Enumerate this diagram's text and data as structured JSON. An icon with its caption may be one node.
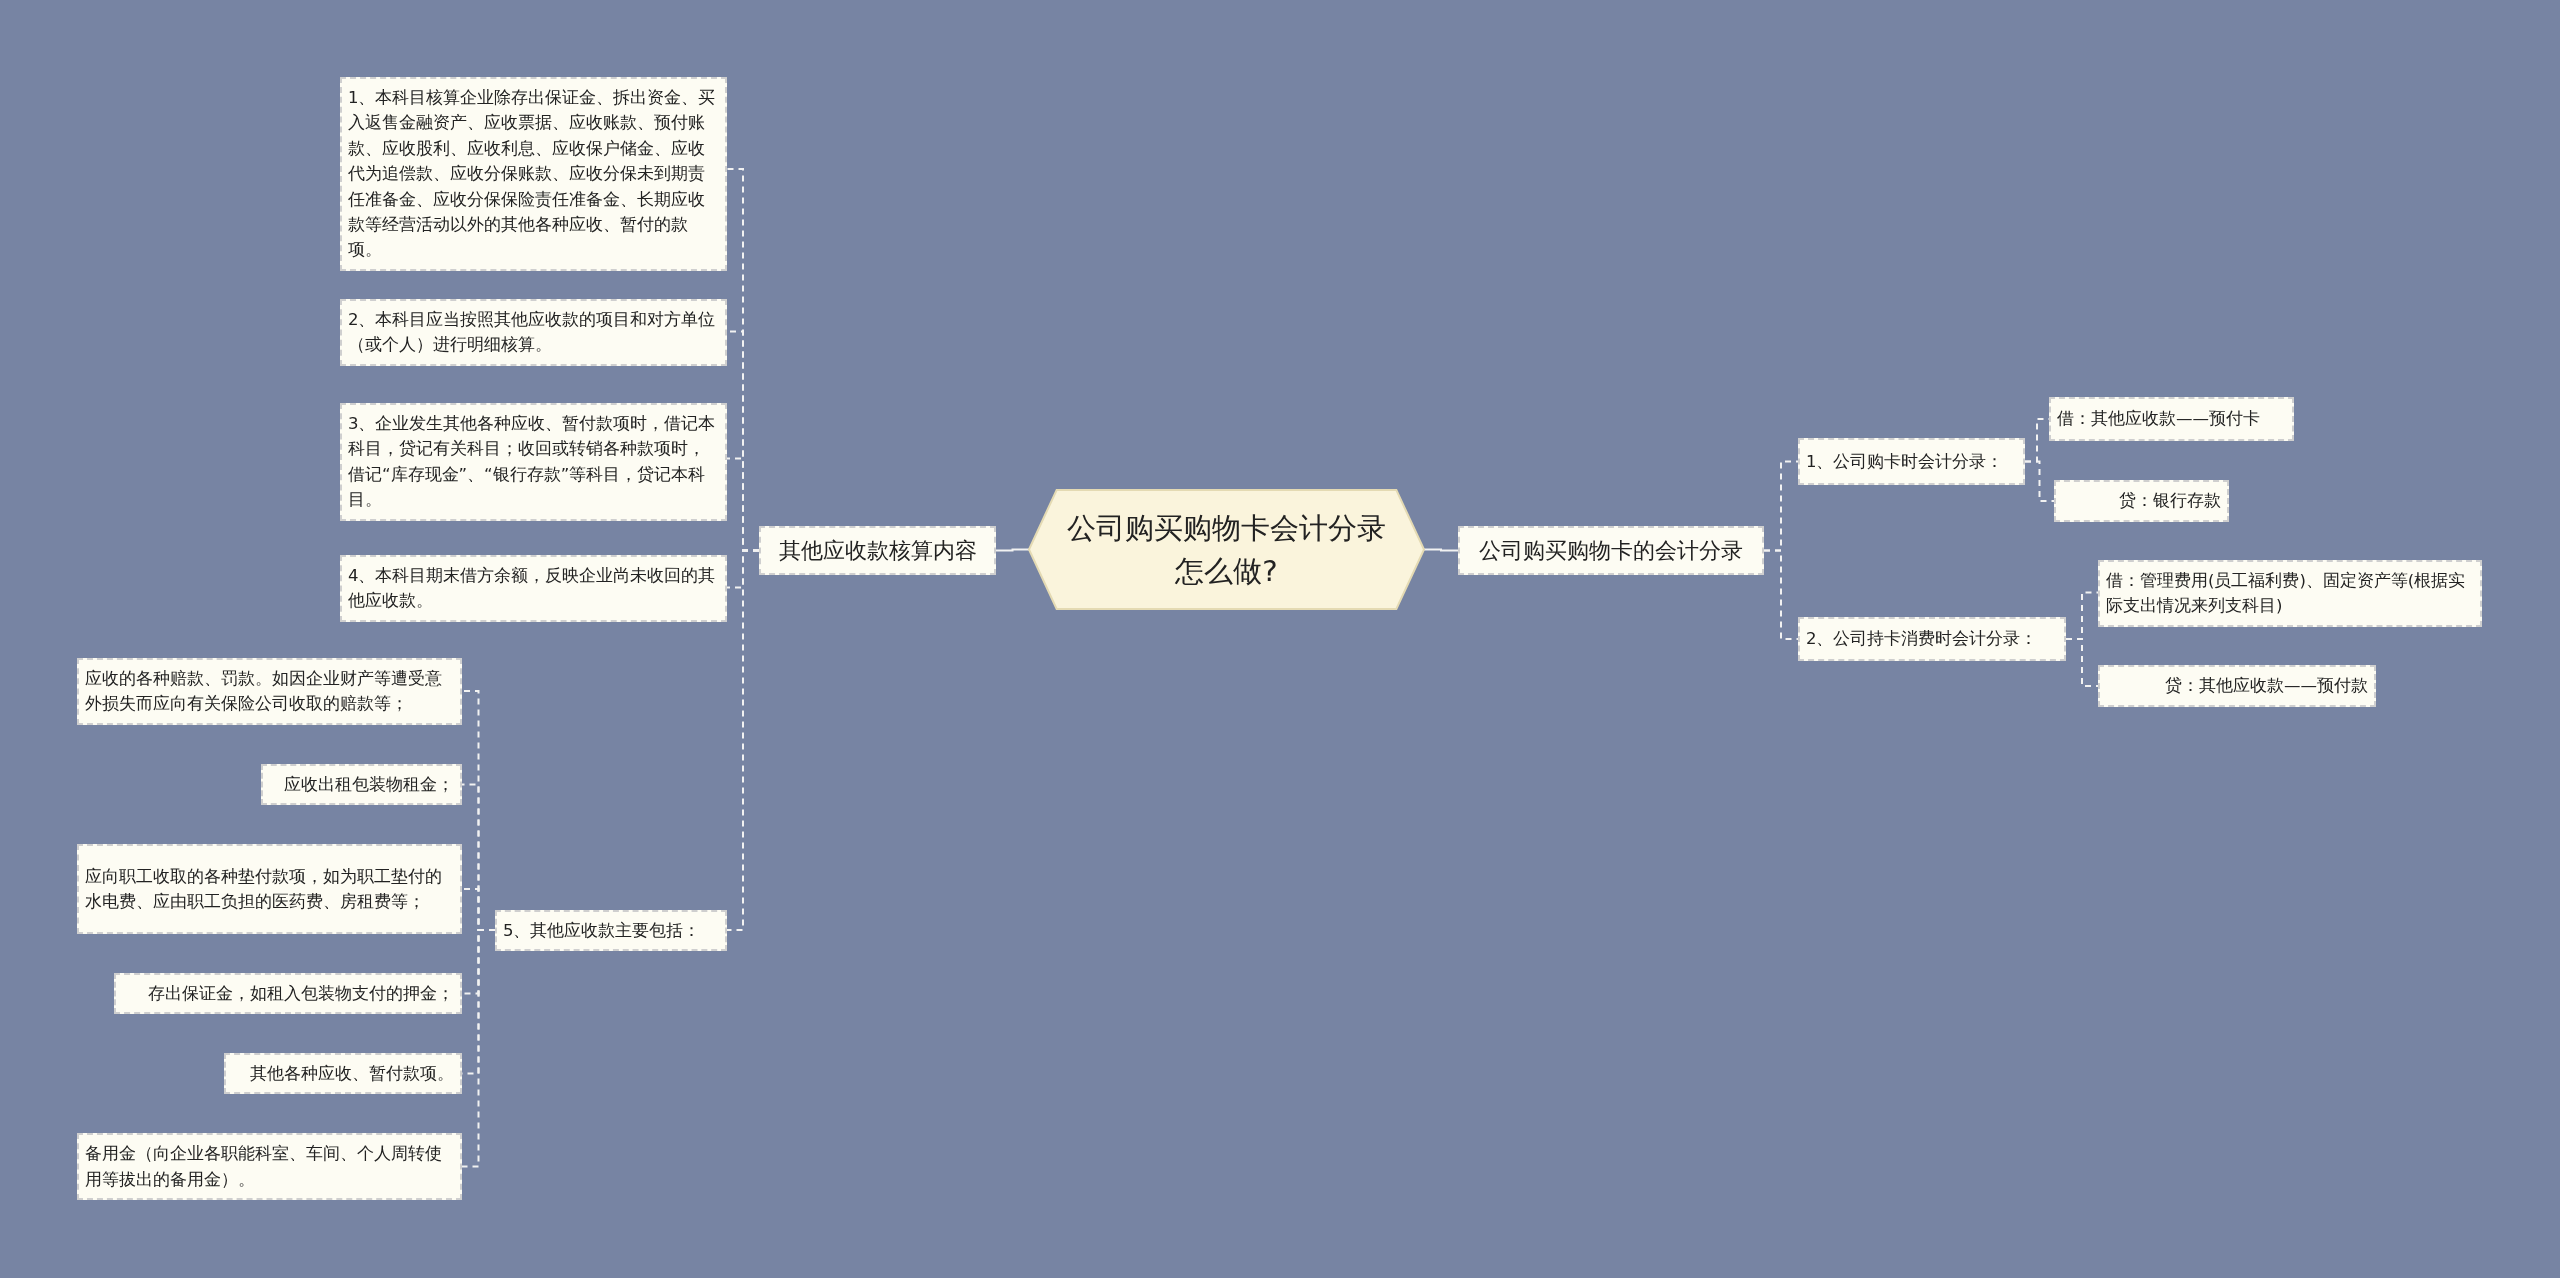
{
  "diagram": {
    "nodes": [
      {
        "text": [
          "公司购买购物卡会计分录怎么做?"
        ]
      },
      {
        "text": [
          "其他应收款核算内容"
        ]
      },
      {
        "text": [
          "1、本科目核算企业除存出保证金、拆出资金、买入返售金融资产、应收票据、应收账款、预付账款、应收股利、应收利息、应收保户储金、应收代为追偿款、应收分保账款、应收分保未到期责任准备金、应收分保保险责任准备金、长期应收款等经营活动以外的其他各种应收、暂付的款项。"
        ]
      },
      {
        "text": [
          "2、本科目应当按照其他应收款的项目和对方单位（或个人）进行明细核算。"
        ]
      },
      {
        "text": [
          "3、企业发生其他各种应收、暂付款项时，借记本科目，贷记有关科目；收回或转销各种款项时，借记“库存现金”、“银行存款”等科目，贷记本科目。"
        ]
      },
      {
        "text": [
          "4、本科目期末借方余额，反映企业尚未收回的其他应收款。"
        ]
      },
      {
        "text": [
          "5、其他应收款主要包括："
        ]
      },
      {
        "text": [
          "应收的各种赔款、罚款。如因企业财产等遭受意外损失而应向有关保险公司收取的赔款等；"
        ]
      },
      {
        "text": [
          "应收出租包装物租金；"
        ]
      },
      {
        "text": [
          "应向职工收取的各种垫付款项，如为职工垫付的水电费、应由职工负担的医药费、房租费等；"
        ]
      },
      {
        "text": [
          "存出保证金，如租入包装物支付的押金；"
        ]
      },
      {
        "text": [
          "其他各种应收、暂付款项。"
        ]
      },
      {
        "text": [
          "备用金（向企业各职能科室、车间、个人周转使用等拔出的备用金）。"
        ]
      },
      {
        "text": [
          "公司购买购物卡的会计分录"
        ]
      },
      {
        "text": [
          "1、公司购卡时会计分录："
        ]
      },
      {
        "text": [
          "借：其他应收款——预付卡"
        ]
      },
      {
        "text": [
          "贷：银行存款"
        ]
      },
      {
        "text": [
          "2、公司持卡消费时会计分录："
        ]
      },
      {
        "text": [
          "借：管理费用(员工福利费)、固定资产等(根据实际支出情况来列支科目)"
        ]
      },
      {
        "text": [
          "贷：其他应收款——预付款"
        ]
      }
    ],
    "edges": [
      {
        "from": 0,
        "to": 1,
        "arrow": "none"
      },
      {
        "from": 1,
        "to": 2,
        "arrow": "none",
        "style": "dashed"
      },
      {
        "from": 1,
        "to": 3,
        "arrow": "none",
        "style": "dashed"
      },
      {
        "from": 1,
        "to": 4,
        "arrow": "none",
        "style": "dashed"
      },
      {
        "from": 1,
        "to": 5,
        "arrow": "none",
        "style": "dashed"
      },
      {
        "from": 1,
        "to": 6,
        "arrow": "none",
        "style": "dashed"
      },
      {
        "from": 6,
        "to": 7,
        "arrow": "none",
        "style": "dashed"
      },
      {
        "from": 6,
        "to": 8,
        "arrow": "none",
        "style": "dashed"
      },
      {
        "from": 6,
        "to": 9,
        "arrow": "none",
        "style": "dashed"
      },
      {
        "from": 6,
        "to": 10,
        "arrow": "none",
        "style": "dashed"
      },
      {
        "from": 6,
        "to": 11,
        "arrow": "none",
        "style": "dashed"
      },
      {
        "from": 6,
        "to": 12,
        "arrow": "none",
        "style": "dashed"
      },
      {
        "from": 0,
        "to": 13,
        "arrow": "none"
      },
      {
        "from": 13,
        "to": 14,
        "arrow": "none",
        "style": "dashed"
      },
      {
        "from": 13,
        "to": 17,
        "arrow": "none",
        "style": "dashed"
      },
      {
        "from": 14,
        "to": 15,
        "arrow": "none",
        "style": "dashed"
      },
      {
        "from": 14,
        "to": 16,
        "arrow": "none",
        "style": "dashed"
      },
      {
        "from": 17,
        "to": 18,
        "arrow": "none",
        "style": "dashed"
      },
      {
        "from": 17,
        "to": 19,
        "arrow": "none",
        "style": "dashed"
      }
    ]
  }
}
